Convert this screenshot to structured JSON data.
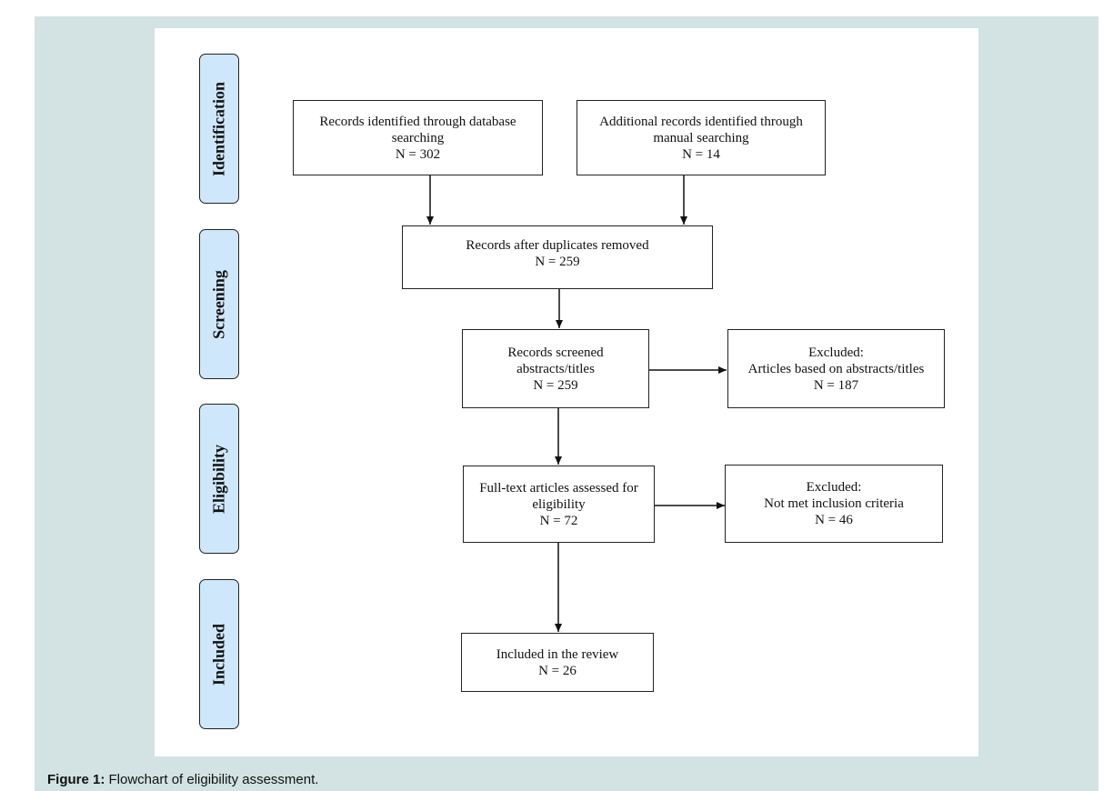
{
  "stages": {
    "identification": "Identification",
    "screening": "Screening",
    "eligibility": "Eligibility",
    "included": "Included"
  },
  "boxes": {
    "database": {
      "line1": "Records identified through database",
      "line2": "searching",
      "count": "N = 302"
    },
    "manual": {
      "line1": "Additional records identified through",
      "line2": "manual searching",
      "count": "N = 14"
    },
    "duplicates": {
      "line1": "Records after duplicates removed",
      "count": "N = 259"
    },
    "screened": {
      "line1": "Records screened",
      "line2": "abstracts/titles",
      "count": "N = 259"
    },
    "excluded_screening": {
      "line1": "Excluded:",
      "line2": "Articles based on abstracts/titles",
      "count": "N = 187"
    },
    "fulltext": {
      "line1": "Full-text articles assessed for",
      "line2": "eligibility",
      "count": "N = 72"
    },
    "excluded_eligibility": {
      "line1": "Excluded:",
      "line2": "Not met inclusion criteria",
      "count": "N = 46"
    },
    "included": {
      "line1": "Included in the review",
      "count": "N = 26"
    }
  },
  "caption": {
    "label": "Figure 1:",
    "text": " Flowchart of eligibility assessment."
  },
  "colors": {
    "panel": "#d3e2e2",
    "stage_fill": "#cfe7fb",
    "line": "#111111"
  }
}
